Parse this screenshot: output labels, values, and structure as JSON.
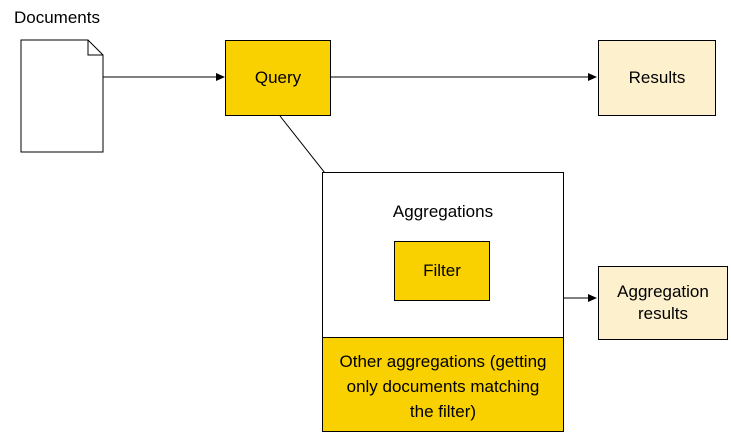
{
  "documents_label": "Documents",
  "query_label": "Query",
  "results_label": "Results",
  "aggregations_label": "Aggregations",
  "filter_label": "Filter",
  "aggregation_results_label": "Aggregation results",
  "other_aggregations_label": "Other aggregations (getting only documents matching the filter)",
  "colors": {
    "query": "#f9d100",
    "results": "#fdf0cc",
    "stroke": "#000000"
  }
}
